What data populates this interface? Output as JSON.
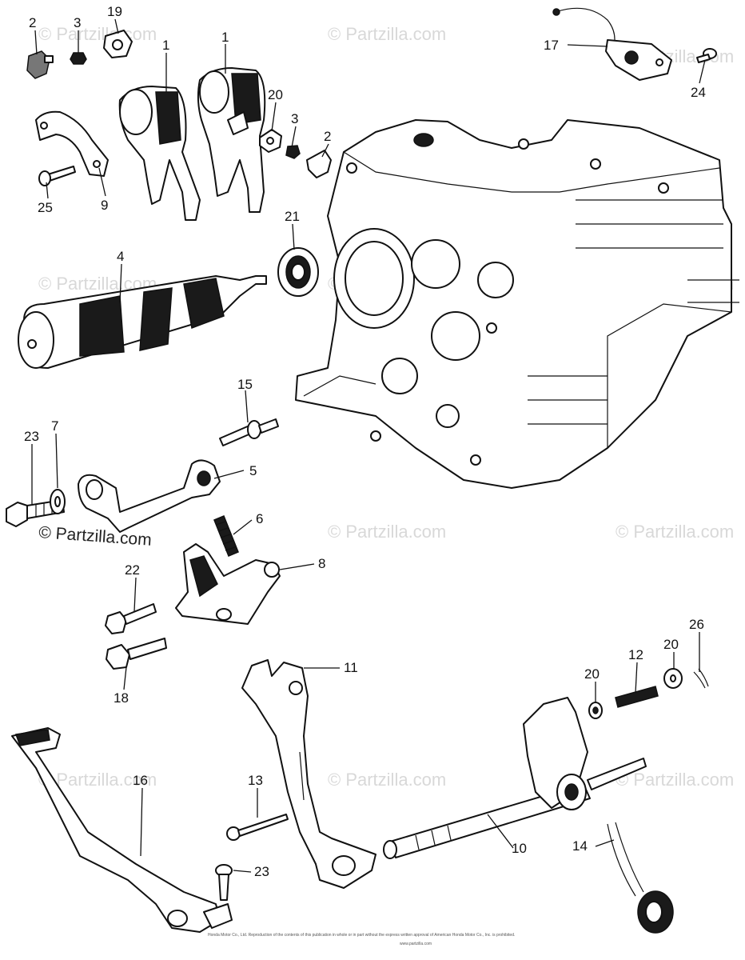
{
  "watermark": {
    "text": "© Partzilla.com",
    "text_dark": "© Partzilla.com"
  },
  "footer": {
    "line1": "Honda Motor Co., Ltd. Reproduction of the contents of this publication in whole or in part without the express written approval of American Honda Motor Co., Inc. is prohibited.",
    "line2": "www.partzilla.com"
  },
  "callouts": [
    {
      "id": "c2a",
      "label": "2"
    },
    {
      "id": "c3a",
      "label": "3"
    },
    {
      "id": "c19",
      "label": "19"
    },
    {
      "id": "c1a",
      "label": "1"
    },
    {
      "id": "c1b",
      "label": "1"
    },
    {
      "id": "c20a",
      "label": "20"
    },
    {
      "id": "c3b",
      "label": "3"
    },
    {
      "id": "c2b",
      "label": "2"
    },
    {
      "id": "c9",
      "label": "9"
    },
    {
      "id": "c25",
      "label": "25"
    },
    {
      "id": "c17",
      "label": "17"
    },
    {
      "id": "c24",
      "label": "24"
    },
    {
      "id": "c4",
      "label": "4"
    },
    {
      "id": "c21",
      "label": "21"
    },
    {
      "id": "c15",
      "label": "15"
    },
    {
      "id": "c23a",
      "label": "23"
    },
    {
      "id": "c7",
      "label": "7"
    },
    {
      "id": "c5",
      "label": "5"
    },
    {
      "id": "c6",
      "label": "6"
    },
    {
      "id": "c8",
      "label": "8"
    },
    {
      "id": "c22",
      "label": "22"
    },
    {
      "id": "c18",
      "label": "18"
    },
    {
      "id": "c11",
      "label": "11"
    },
    {
      "id": "c26",
      "label": "26"
    },
    {
      "id": "c12",
      "label": "12"
    },
    {
      "id": "c20b",
      "label": "20"
    },
    {
      "id": "c20c",
      "label": "20"
    },
    {
      "id": "c16",
      "label": "16"
    },
    {
      "id": "c13",
      "label": "13"
    },
    {
      "id": "c10",
      "label": "10"
    },
    {
      "id": "c14",
      "label": "14"
    },
    {
      "id": "c23b",
      "label": "23"
    }
  ]
}
